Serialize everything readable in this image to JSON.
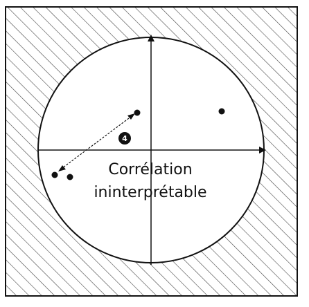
{
  "diagram": {
    "label_lines": [
      "Corrélation",
      "ininterprétable"
    ],
    "marker_label": "4",
    "colors": {
      "stroke": "#111111",
      "hatch": "#444444",
      "background": "#ffffff",
      "marker_fill": "#111111",
      "marker_text": "#ffffff"
    }
  }
}
